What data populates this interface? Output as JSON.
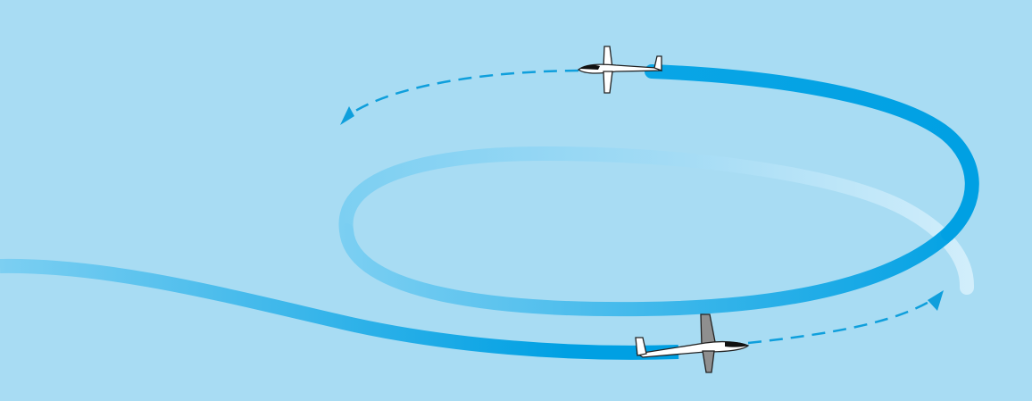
{
  "diagram": {
    "background_color": "#a8dcf3",
    "colors": {
      "path_dark": "#00a0e3",
      "path_mid": "#5cc3ef",
      "path_light": "#7ccff2",
      "path_faint": "#c6e8f9",
      "dashed_arrow": "#0f9fdc",
      "glider_body": "#ffffff",
      "glider_outline": "#222222",
      "glider_canopy": "#111111",
      "glider_wing_shaded": "#8f8f8f"
    },
    "elements": {
      "front_path": "flight-path-front",
      "back_path": "flight-path-back",
      "arrows": [
        "dashed-arrow-upper",
        "dashed-arrow-lower"
      ],
      "gliders": [
        "glider-upper",
        "glider-lower"
      ]
    }
  }
}
